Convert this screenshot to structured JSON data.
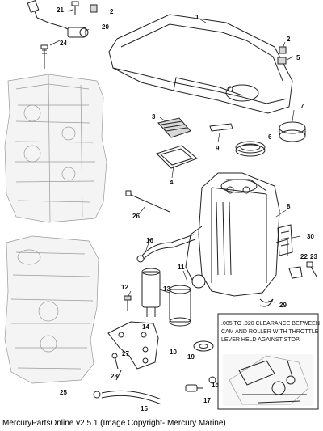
{
  "callouts": {
    "c1": "1",
    "c2a": "2",
    "c2b": "2",
    "c3": "3",
    "c4": "4",
    "c5": "5",
    "c6": "6",
    "c7": "7",
    "c8": "8",
    "c9": "9",
    "c10": "10",
    "c11": "11",
    "c12": "12",
    "c13": "13",
    "c14": "14",
    "c15": "15",
    "c16": "16",
    "c17": "17",
    "c18": "18",
    "c19": "19",
    "c20": "20",
    "c21": "21",
    "c22": "22",
    "c23": "23",
    "c24": "24",
    "c25": "25",
    "c26": "26",
    "c27": "27",
    "c28": "28",
    "c29": "29",
    "c30": "30"
  },
  "note": {
    "line1": ".005 TO .020 CLEARANCE BETWEEN",
    "line2": "CAM AND ROLLER WITH THROTTLE",
    "line3": "LEVER HELD AGAINST STOP."
  },
  "footer": "MercuryPartsOnline v2.5.1 (Image Copyright- Mercury Marine)"
}
